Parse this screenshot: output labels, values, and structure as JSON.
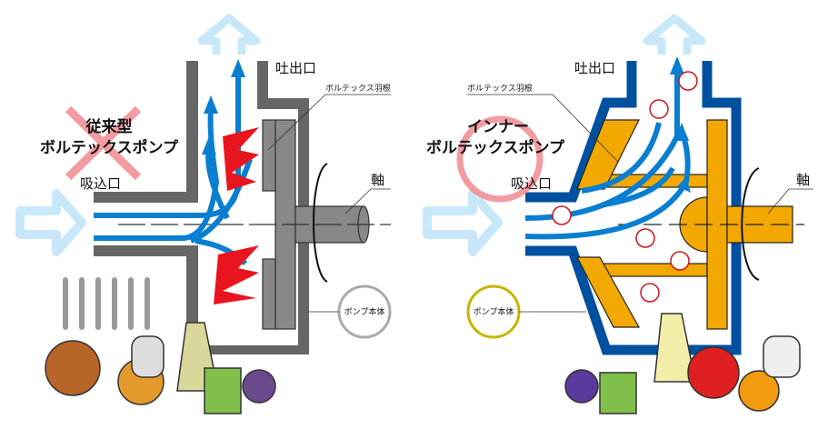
{
  "left_pump": {
    "title_line1": "従来型",
    "title_line2": "ボルテックスポンプ",
    "outlet": "吐出口",
    "inlet": "吸込口",
    "vane": "ボルテックス羽根",
    "shaft": "軸",
    "body": "ポンプ本体"
  },
  "right_pump": {
    "title_line1": "インナー",
    "title_line2": "ボルテックスポンプ",
    "outlet": "吐出口",
    "inlet": "吸込口",
    "vane": "ボルテックス羽根",
    "shaft": "軸",
    "body": "ポンプ本体"
  },
  "colors": {
    "left_wall": "#666666",
    "right_wall": "#0050a0",
    "flow": "#0a7ed0",
    "impeller_left": "#888888",
    "impeller_right": "#f2a800",
    "cross": "#f08a90",
    "clash": "#e8141e"
  }
}
